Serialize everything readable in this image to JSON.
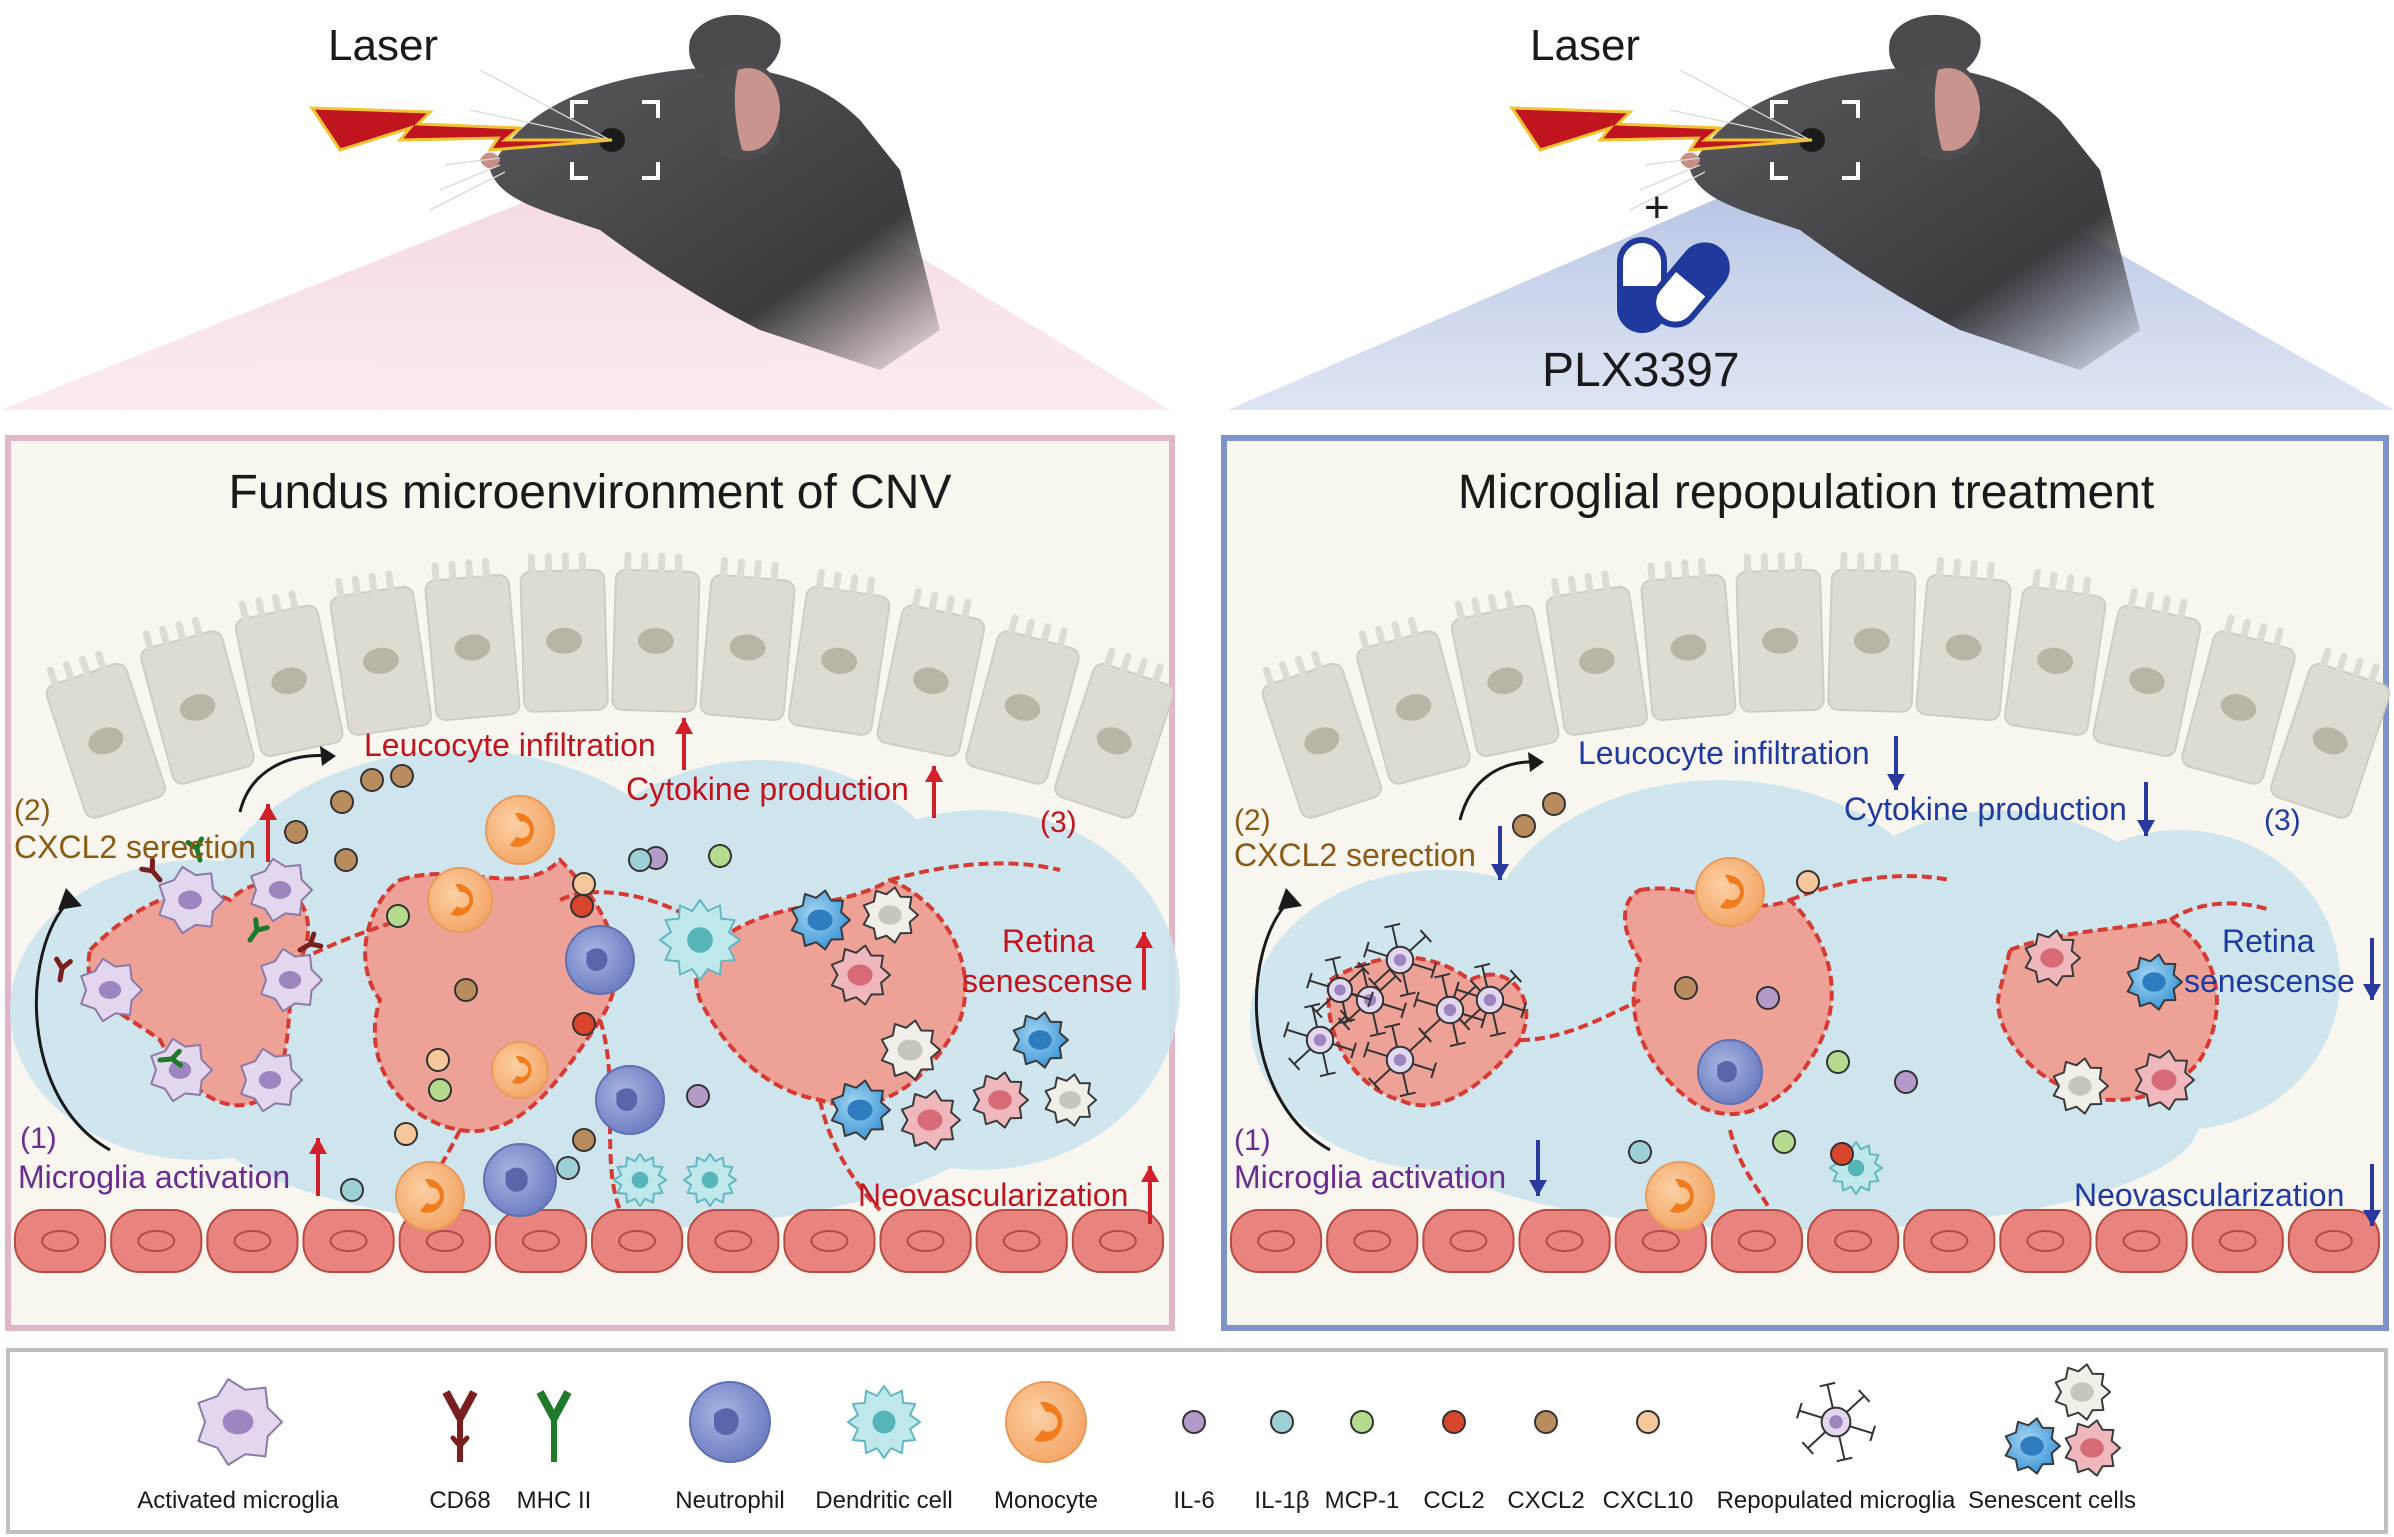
{
  "top": {
    "left": {
      "laser_label": "Laser"
    },
    "right": {
      "laser_label": "Laser",
      "plus": "+",
      "drug_label": "PLX3397"
    }
  },
  "panels": {
    "left": {
      "title": "Fundus microenvironment of CNV",
      "border_color": "#e2b6c9",
      "text_color": "#c0141e",
      "arrow_direction": "up",
      "labels": {
        "step2_num": "(2)",
        "step2_text": "CXCL2 serection",
        "step1_num": "(1)",
        "step1_text": "Microglia activation",
        "step3_num": "(3)",
        "leucocyte": "Leucocyte infiltration",
        "cytokine": "Cytokine production",
        "retina_1": "Retina",
        "retina_2": "senescense",
        "neovasc": "Neovascularization"
      }
    },
    "right": {
      "title": "Microglial repopulation treatment",
      "border_color": "#7e93c9",
      "text_color": "#1f3aa0",
      "arrow_direction": "down",
      "labels": {
        "step2_num": "(2)",
        "step2_text": "CXCL2 serection",
        "step1_num": "(1)",
        "step1_text": "Microglia activation",
        "step3_num": "(3)",
        "leucocyte": "Leucocyte infiltration",
        "cytokine": "Cytokine production",
        "retina_1": "Retina",
        "retina_2": "senescense",
        "neovasc": "Neovascularization"
      }
    }
  },
  "legend": {
    "items": [
      {
        "key": "activated_microglia",
        "label": "Activated microglia"
      },
      {
        "key": "cd68",
        "label": "CD68"
      },
      {
        "key": "mhc2",
        "label": "MHC II"
      },
      {
        "key": "neutrophil",
        "label": "Neutrophil"
      },
      {
        "key": "dendritic",
        "label": "Dendritic cell"
      },
      {
        "key": "monocyte",
        "label": "Monocyte"
      },
      {
        "key": "il6",
        "label": "IL-6",
        "color": "#b49ac9"
      },
      {
        "key": "il1b",
        "label": "IL-1β",
        "color": "#9ccfd6"
      },
      {
        "key": "mcp1",
        "label": "MCP-1",
        "color": "#b5dc8e"
      },
      {
        "key": "ccl2",
        "label": "CCL2",
        "color": "#d8452c"
      },
      {
        "key": "cxcl2",
        "label": "CXCL2",
        "color": "#b98c5e"
      },
      {
        "key": "cxcl10",
        "label": "CXCL10",
        "color": "#f5c79a"
      },
      {
        "key": "repopulated",
        "label": "Repopulated microglia"
      },
      {
        "key": "senescent",
        "label": "Senescent cells"
      }
    ]
  },
  "colors": {
    "up_arrow": "#d2202a",
    "down_arrow": "#2a3a9c",
    "vessel": "#e8928a",
    "vessel_edge": "#d63a36",
    "rpe": "#dedcd2",
    "cloud": "#c9e3ec",
    "mouse": "#4a4a4e",
    "laser": "#c0141e"
  }
}
